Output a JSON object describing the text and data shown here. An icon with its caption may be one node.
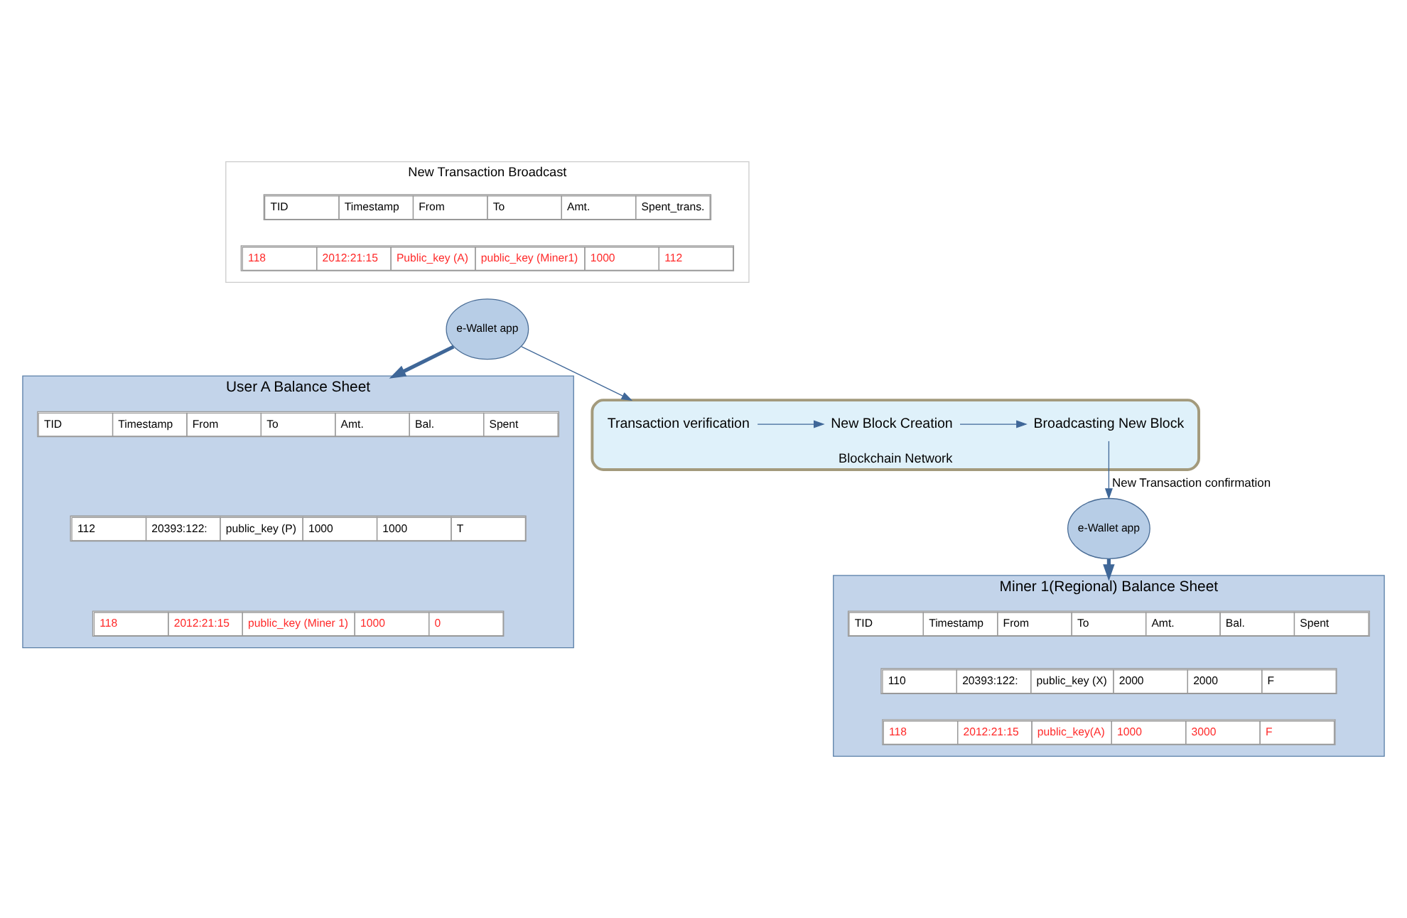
{
  "diagram": {
    "nodes": [
      {
        "text": [
          "Blockchain Network"
        ]
      },
      {
        "text": [
          "Transaction verification"
        ],
        "in": 0
      },
      {
        "text": [
          "New Block Creation"
        ],
        "in": 0
      },
      {
        "text": [
          "Broadcasting New Block"
        ],
        "in": 0
      },
      {
        "text": [
          "New Transaction Broadcast"
        ]
      },
      {
        "text": [
          "TID",
          "Timestamp",
          "From",
          "To",
          "Amt.",
          "Spent_trans."
        ],
        "in": 4
      },
      {
        "text": [
          "118",
          "2012:21:15",
          "Public_key (A)",
          "public_key (Miner1)",
          "1000",
          "112"
        ],
        "in": 4
      },
      {
        "text": [
          "e-Wallet app"
        ]
      },
      {
        "text": [
          "User A Balance Sheet"
        ]
      },
      {
        "text": [
          "TID",
          "Timestamp",
          "From",
          "To",
          "Amt.",
          "Bal.",
          "Spent"
        ],
        "in": 8
      },
      {
        "text": [
          "112",
          "20393:122:",
          "public_key (P)",
          "1000",
          "1000",
          "T"
        ],
        "in": 8
      },
      {
        "text": [
          "118",
          "2012:21:15",
          "public_key (Miner 1)",
          "1000",
          "0"
        ],
        "in": 8
      },
      {
        "text": [
          "e-Wallet app"
        ]
      },
      {
        "text": [
          "Miner 1(Regional) Balance Sheet"
        ]
      },
      {
        "text": [
          "TID",
          "Timestamp",
          "From",
          "To",
          "Amt.",
          "Bal.",
          "Spent"
        ],
        "in": 13
      },
      {
        "text": [
          "110",
          "20393:122:",
          "public_key (X)",
          "2000",
          "2000",
          "F"
        ],
        "in": 13
      },
      {
        "text": [
          "118",
          "2012:21:15",
          "public_key(A)",
          "1000",
          "3000",
          "F"
        ],
        "in": 13
      }
    ],
    "edges": [
      {
        "from": 7,
        "to": 0,
        "arrow": "to"
      },
      {
        "from": 1,
        "to": 2,
        "arrow": "to"
      },
      {
        "from": 2,
        "to": 3,
        "arrow": "to"
      },
      {
        "from": 3,
        "to": 12,
        "arrow": "to",
        "label": "New Transaction confirmation"
      },
      {
        "from": 7,
        "to": 8,
        "arrow": "to",
        "style": "thick"
      },
      {
        "from": 12,
        "to": 13,
        "arrow": "to",
        "style": "thick"
      }
    ]
  }
}
